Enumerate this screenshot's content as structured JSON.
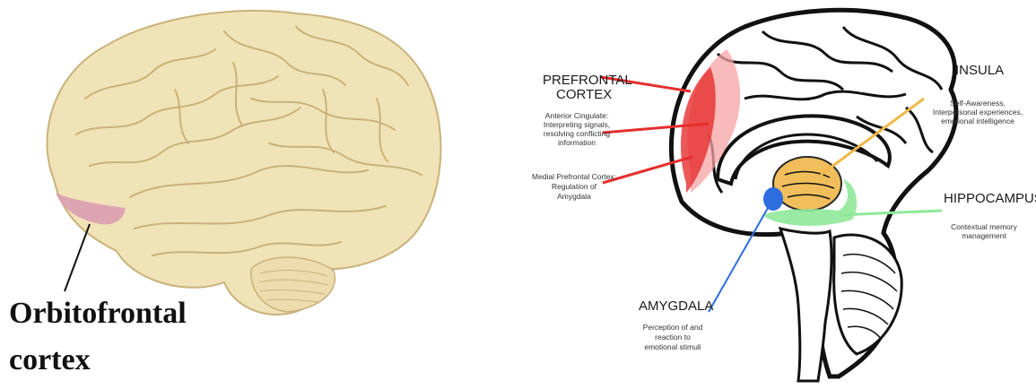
{
  "left_figure": {
    "label_line1": "Orbitofrontal",
    "label_line2": "cortex"
  },
  "right_figure": {
    "prefrontal": {
      "title_line1": "PREFRONTAL",
      "title_line2": "CORTEX",
      "anterior_lines": [
        "Anterior Cingulate:",
        "Interpreting signals,",
        "resolving conflicting",
        "information"
      ],
      "medial_lines": [
        "Medial Prefrontal Cortex:",
        "Regulation of",
        "Amygdala"
      ]
    },
    "insula": {
      "title": "INSULA",
      "lines": [
        "Self-Awareness,",
        "Interpersonal experiences,",
        "emotional intelligence"
      ]
    },
    "hippocampus": {
      "title": "HIPPOCAMPUS",
      "lines": [
        "Contextual memory",
        "management"
      ]
    },
    "amygdala": {
      "title": "AMYGDALA",
      "lines": [
        "Perception of and",
        "reaction to",
        "emotional stimuli"
      ]
    }
  },
  "colors": {
    "brain_fill": "#f1e3b8",
    "brain_outline": "#c9b27a",
    "orbitofrontal": "#d99ab0",
    "prefrontal_red": "#e62e2e",
    "prefrontal_pink": "#f5a3a3",
    "insula_orange": "#f0b84a",
    "hippocampus_green": "#8fe89a",
    "amygdala_blue": "#2d6de0"
  }
}
